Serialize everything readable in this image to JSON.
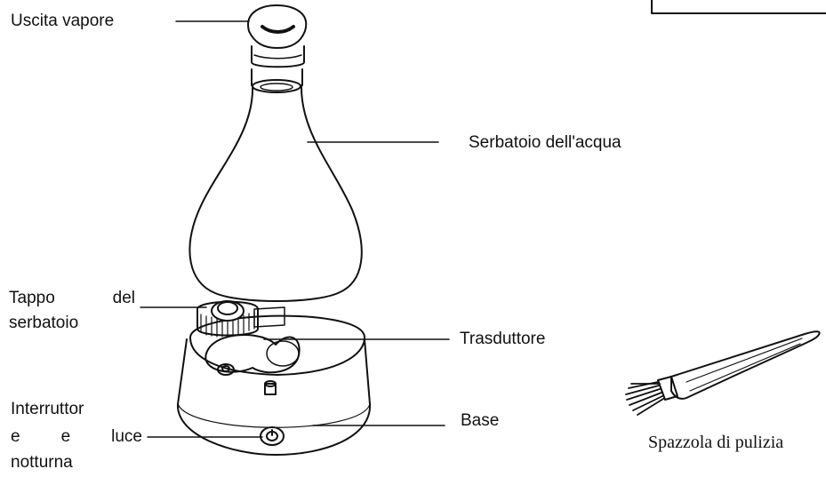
{
  "labels": {
    "steam_outlet": "Uscita vapore",
    "water_tank": "Serbatoio dell'acqua",
    "tank_cap_line1": "Tappo del",
    "tank_cap_line2": "serbatoio",
    "transducer": "Trasduttore",
    "switch_line1": "Interruttor",
    "switch_line2": "e e luce",
    "switch_line3": "notturna",
    "base": "Base",
    "brush": "Spazzola di pulizia"
  },
  "colors": {
    "stroke": "#111111",
    "background": "#ffffff"
  }
}
